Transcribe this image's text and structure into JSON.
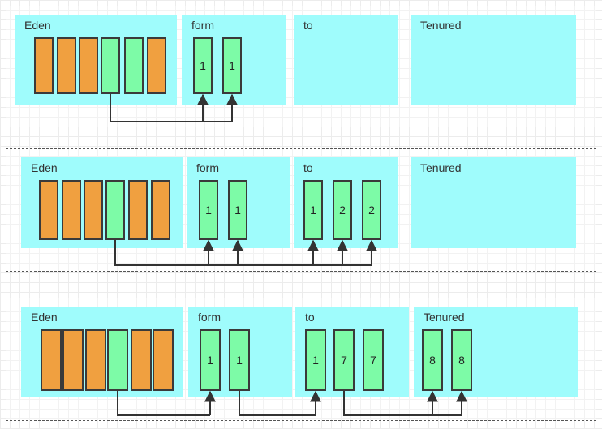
{
  "labels": {
    "eden": "Eden",
    "from": "form",
    "to": "to",
    "tenured": "Tenured"
  },
  "colors": {
    "region": "#9ffcfc",
    "dead_object": "#f0a040",
    "live_object": "#7dfba7",
    "line": "#333333"
  },
  "rows": [
    {
      "eden_blocks": [
        "orange",
        "orange",
        "orange",
        "green",
        "green",
        "orange"
      ],
      "from_blocks": [
        "1",
        "1"
      ],
      "to_blocks": [],
      "tenured_blocks": []
    },
    {
      "eden_blocks": [
        "orange",
        "orange",
        "orange",
        "green",
        "orange",
        "orange"
      ],
      "from_blocks": [
        "1",
        "1"
      ],
      "to_blocks": [
        "1",
        "2",
        "2"
      ],
      "tenured_blocks": []
    },
    {
      "eden_blocks": [
        "orange",
        "orange",
        "orange",
        "green",
        "orange",
        "orange"
      ],
      "from_blocks": [
        "1",
        "1"
      ],
      "to_blocks": [
        "1",
        "7",
        "7"
      ],
      "tenured_blocks": [
        "8",
        "8"
      ]
    }
  ]
}
